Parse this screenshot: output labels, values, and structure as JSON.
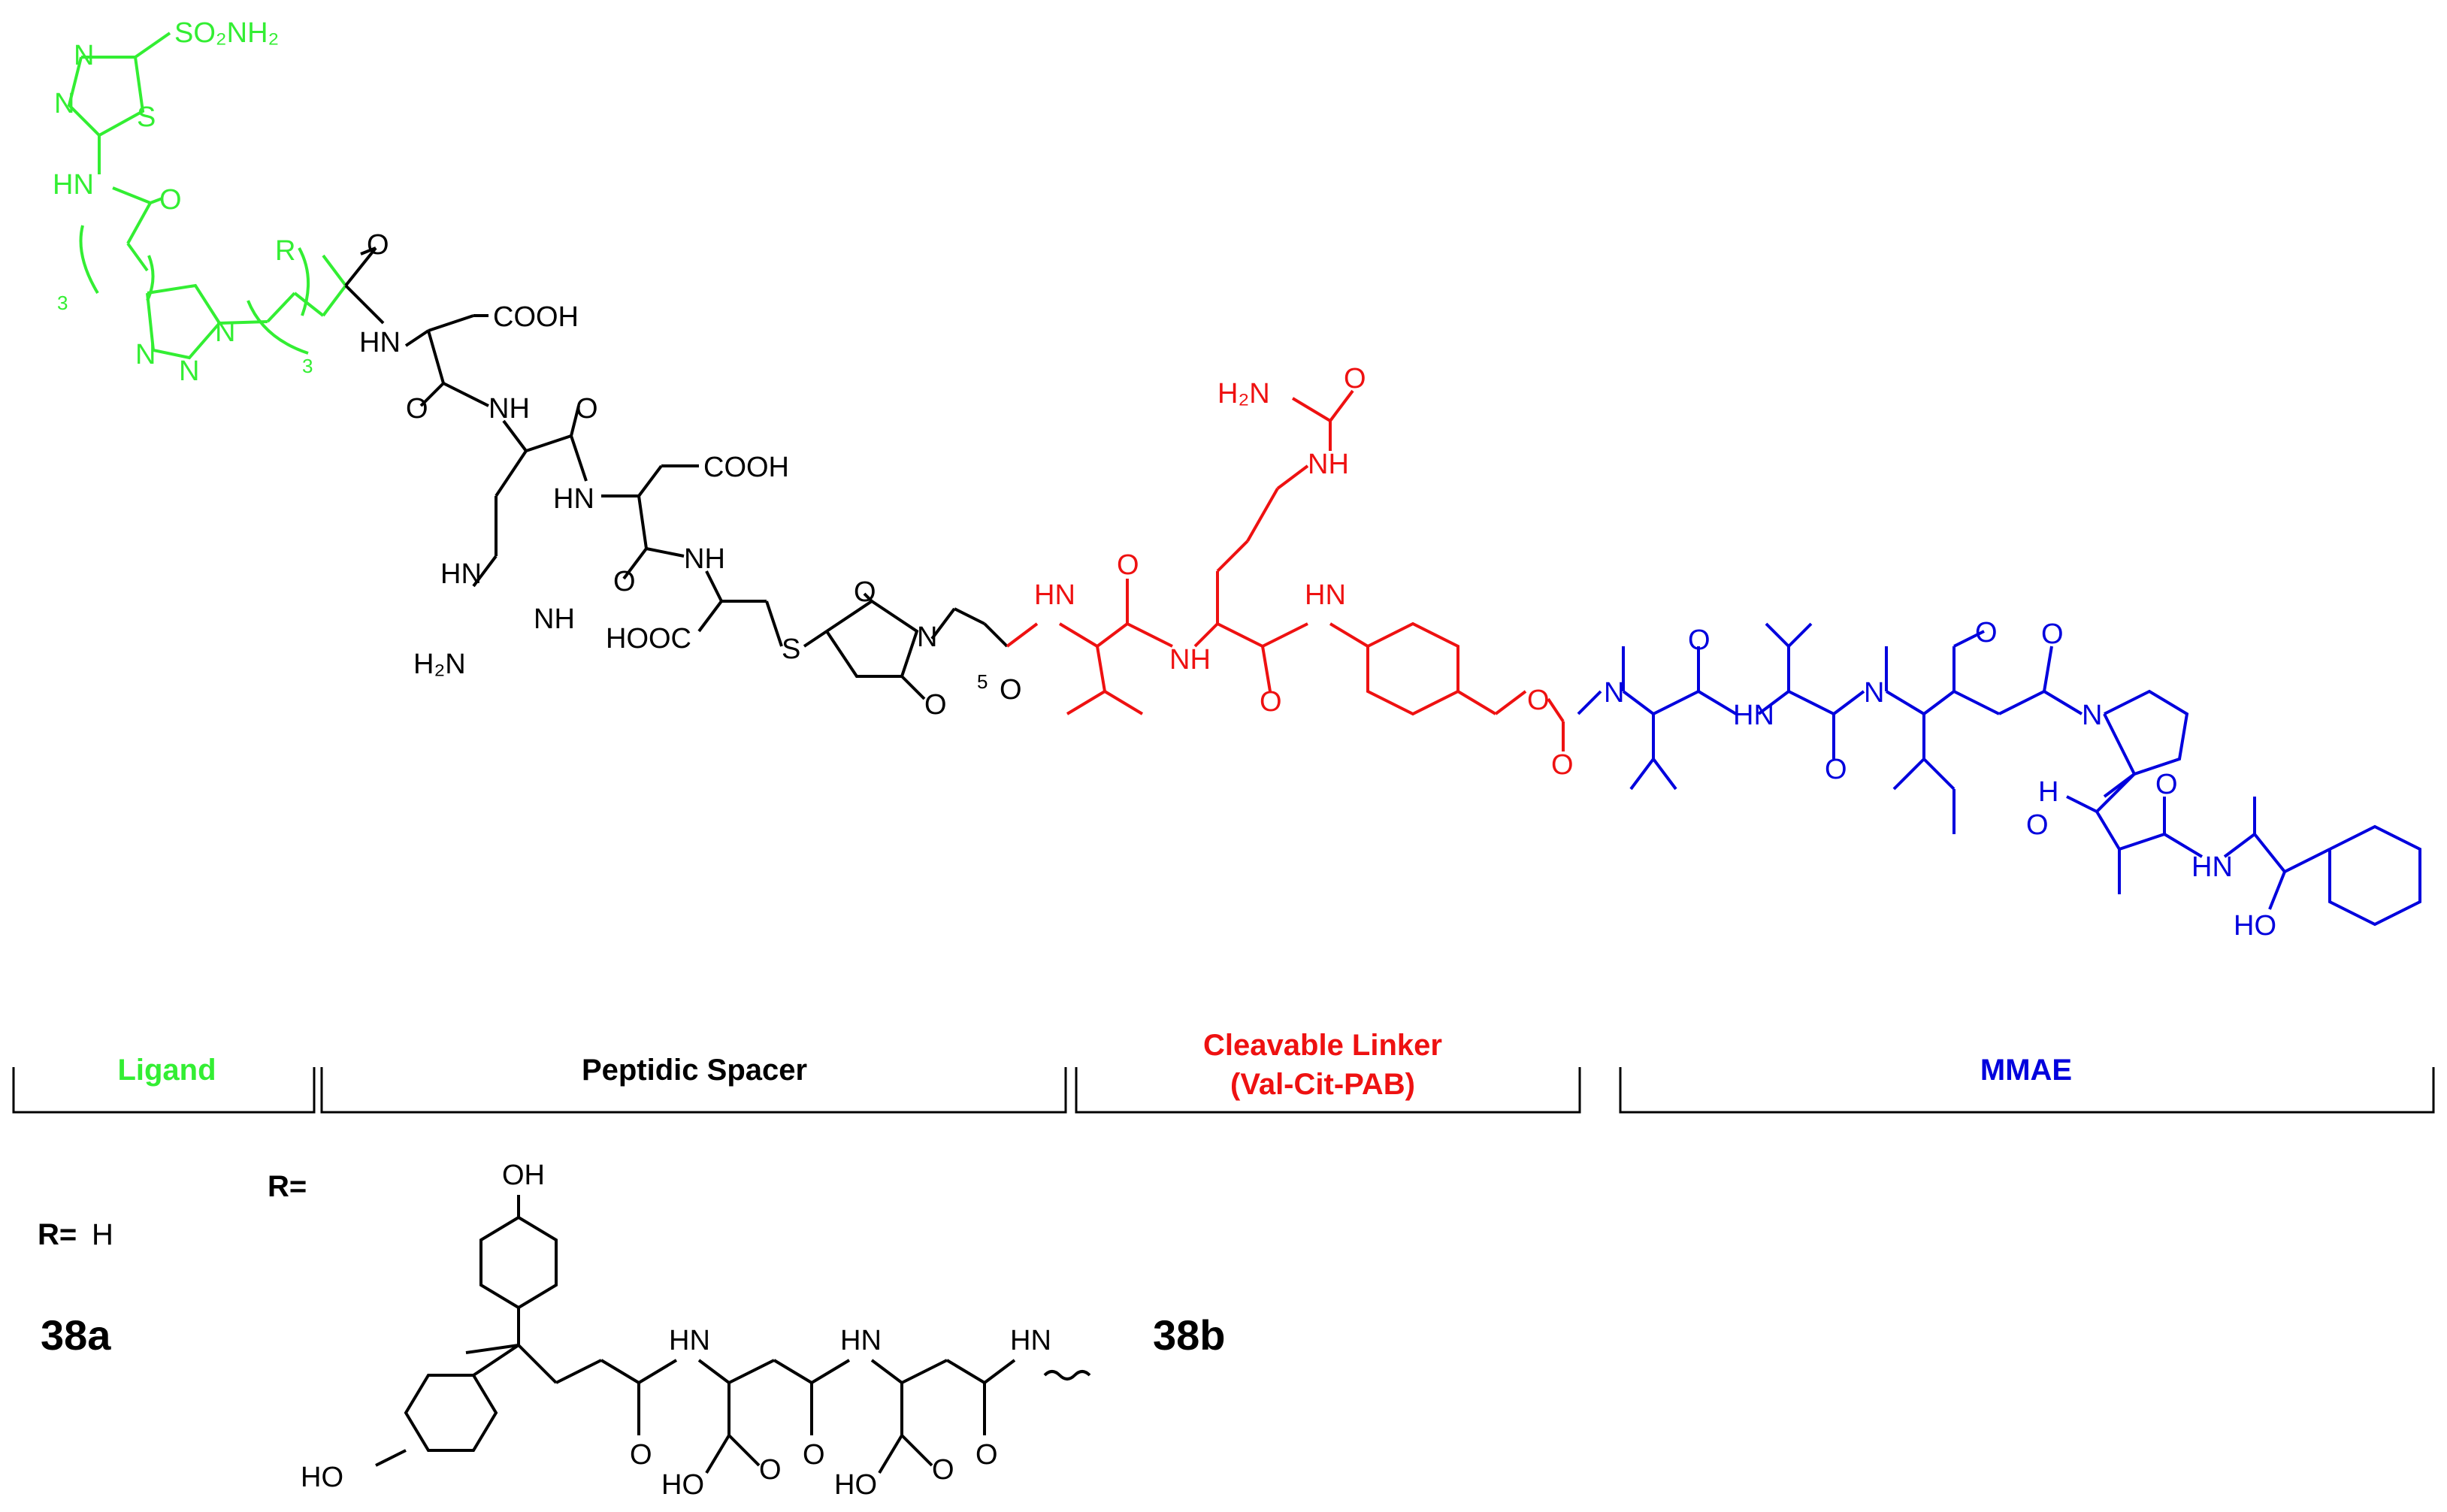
{
  "colors": {
    "ligand": "#33ee33",
    "spacer": "#000000",
    "linker": "#ee1111",
    "payload": "#0000dd"
  },
  "segments": {
    "ligand": "Ligand",
    "spacer": "Peptidic Spacer",
    "linker_line1": "Cleavable Linker",
    "linker_line2": "(Val-Cit-PAB)",
    "payload": "MMAE"
  },
  "r_groups": {
    "r_label_a": "R=",
    "r_value_a": "H",
    "r_label_b": "R=",
    "compound_a": "38a",
    "compound_b": "38b"
  },
  "atoms": {
    "ligand": {
      "so2nh2": "SO₂NH₂",
      "n1": "N",
      "n2": "N",
      "s": "S",
      "hn": "HN",
      "o": "O",
      "sub3a": "3",
      "sub3b": "3",
      "r": "R",
      "triazole_n1": "N",
      "triazole_n2": "N",
      "triazole_n3": "N"
    },
    "spacer": {
      "o1": "O",
      "hn1": "HN",
      "cooh1": "COOH",
      "o2": "O",
      "nh1": "NH",
      "o3": "O",
      "cooh2": "COOH",
      "hn2": "HN",
      "hn3": "HN",
      "nh2": "NH",
      "h2n": "H₂N",
      "o4": "O",
      "nh3": "NH",
      "hooc": "HOOC",
      "s": "S",
      "o5": "O",
      "n": "N",
      "o6": "O",
      "sub5": "5",
      "o7": "O"
    },
    "linker": {
      "h2n": "H₂N",
      "o_urea": "O",
      "nh_urea": "NH",
      "hn1": "HN",
      "o1": "O",
      "nh1": "NH",
      "o2": "O",
      "hn2": "HN",
      "o_carb": "O",
      "o3": "O"
    },
    "payload": {
      "n1": "N",
      "o1": "O",
      "hn1": "HN",
      "o2": "O",
      "n2": "N",
      "o3": "O",
      "o4": "O",
      "n3": "N",
      "h": "H",
      "o5": "O",
      "o6": "O",
      "hn2": "HN",
      "ho": "HO"
    },
    "r38b": {
      "oh1": "OH",
      "ho": "HO",
      "hn1": "HN",
      "hn2": "HN",
      "hn3": "HN",
      "o1": "O",
      "o2": "O",
      "o3": "O",
      "ho2": "HO",
      "o4": "O",
      "ho3": "HO",
      "o5": "O"
    }
  }
}
